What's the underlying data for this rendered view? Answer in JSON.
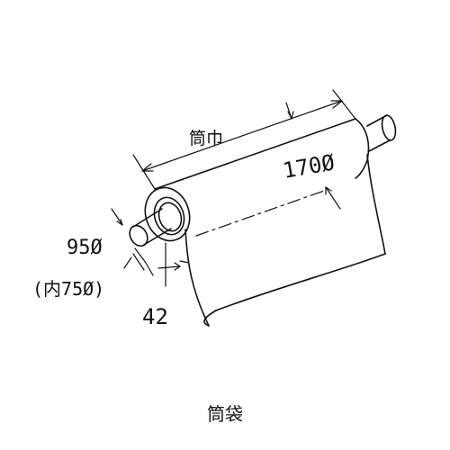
{
  "diagram": {
    "caption": "筒袋",
    "labels": {
      "width_label": "筒巾",
      "diameter_outer": "170Ø",
      "core_outer": "95Ø",
      "core_inner": "(内75Ø)",
      "core_wall": "42"
    }
  }
}
